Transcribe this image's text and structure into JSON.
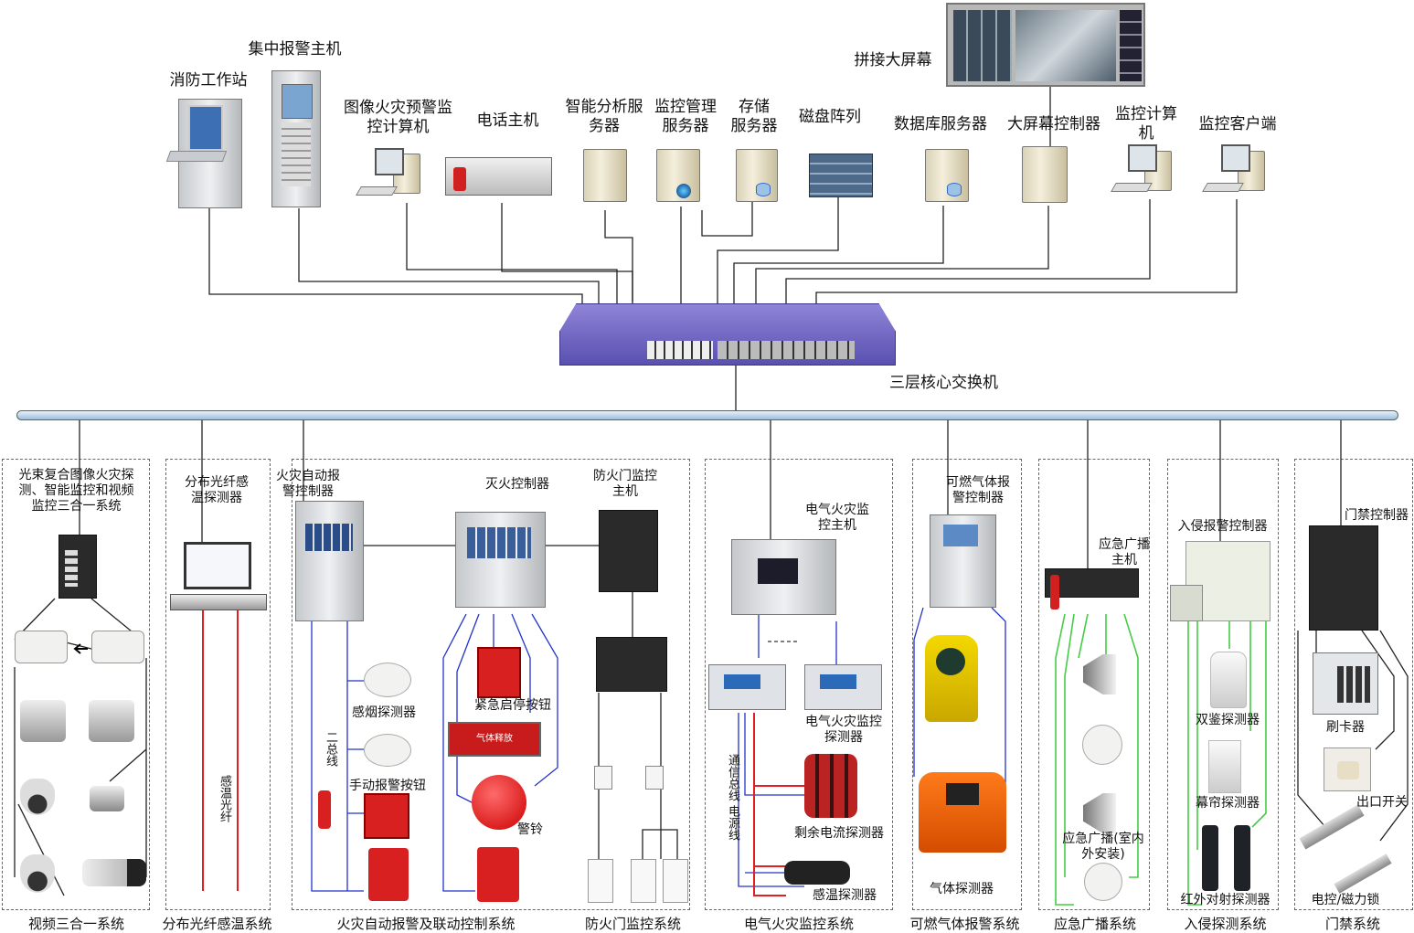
{
  "top_devices": {
    "big_screen": "拼接大屏幕",
    "fire_station": "消防工作站",
    "central_alarm": "集中报警主机",
    "image_fire_pc": "图像火灾预警监\n控计算机",
    "phone_host": "电话主机",
    "analysis_server": "智能分析服\n务器",
    "monitor_mgmt_server": "监控管理\n服务器",
    "storage_server": "存储\n服务器",
    "disk_array": "磁盘阵列",
    "db_server": "数据库服务器",
    "screen_controller": "大屏幕控制器",
    "monitor_pc": "监控计算\n机",
    "monitor_client": "监控客户端"
  },
  "core_switch": "三层核心交换机",
  "subsystems": {
    "video": {
      "heading": "光束复合图像火灾探\n测、智能监控和视频\n监控三合一系统",
      "footer": "视频三合一系统"
    },
    "fiber": {
      "heading": "分布光纤感\n温探测器",
      "fiber_label": "感温光纤",
      "footer": "分布光纤感温系统"
    },
    "fire": {
      "alarm_controller": "火灾自动报\n警控制器",
      "extinguish_controller": "灭火控制器",
      "door_host": "防火门监控\n主机",
      "two_bus": "二总线",
      "smoke_detector": "感烟探测器",
      "manual_button": "手动报警按钮",
      "emergency_stop": "紧急启停按钮",
      "bell": "警铃",
      "gas_sign": "气体释放",
      "footer": "火灾自动报警及联动控制系统"
    },
    "door": {
      "footer": "防火门监控系统"
    },
    "electric": {
      "host": "电气火灾监\n控主机",
      "detector": "电气火灾监控\n探测器",
      "bus_label": "通信总线 电源线",
      "residual": "剩余电流探测器",
      "temp": "感温探测器",
      "footer": "电气火灾监控系统"
    },
    "gas": {
      "controller": "可燃气体报\n警控制器",
      "detector": "气体探测器",
      "footer": "可燃气体报警系统"
    },
    "broadcast": {
      "host": "应急广播\n主机",
      "speaker": "应急广播(室内\n外安装)",
      "footer": "应急广播系统"
    },
    "intrusion": {
      "controller": "入侵报警控制器",
      "dual": "双鉴探测器",
      "curtain": "幕帘探测器",
      "infrared": "红外对射探测器",
      "footer": "入侵探测系统"
    },
    "access": {
      "controller": "门禁控制器",
      "card": "刷卡器",
      "exit": "出口开关",
      "lock": "电控/磁力锁",
      "footer": "门禁系统"
    }
  },
  "colors": {
    "switch": "#6a60c0",
    "bus": "#b8d3ea",
    "wire": "#222222",
    "blue_wire": "#2233cc",
    "red_wire": "#e02020",
    "green_wire": "#44cc44"
  }
}
